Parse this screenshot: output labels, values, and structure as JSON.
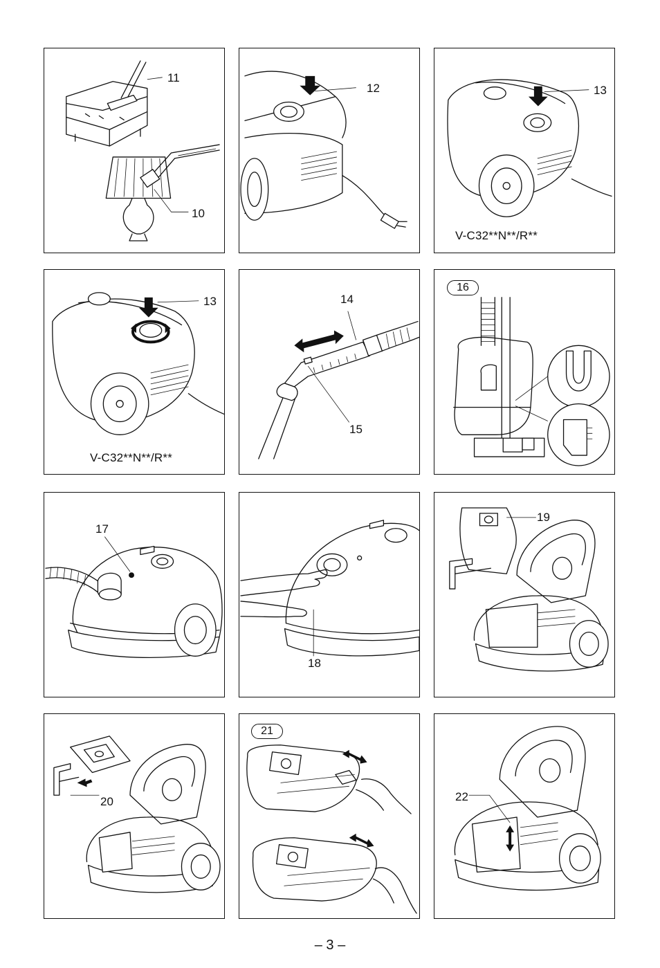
{
  "panels": {
    "p1": {
      "callouts": [
        "11",
        "10"
      ]
    },
    "p2": {
      "callouts": [
        "12"
      ]
    },
    "p3": {
      "callouts": [
        "13"
      ],
      "model": "V-C32**N**/R**"
    },
    "p4": {
      "callouts": [
        "13"
      ],
      "model": "V-C32**N**/R**"
    },
    "p5": {
      "callouts": [
        "14",
        "15"
      ]
    },
    "p6": {
      "badge": "16"
    },
    "p7": {
      "callouts": [
        "17"
      ]
    },
    "p8": {
      "callouts": [
        "18"
      ]
    },
    "p9": {
      "callouts": [
        "19"
      ]
    },
    "p10": {
      "callouts": [
        "20"
      ]
    },
    "p11": {
      "badge": "21"
    },
    "p12": {
      "callouts": [
        "22"
      ]
    }
  },
  "page_number": "– 3 –"
}
